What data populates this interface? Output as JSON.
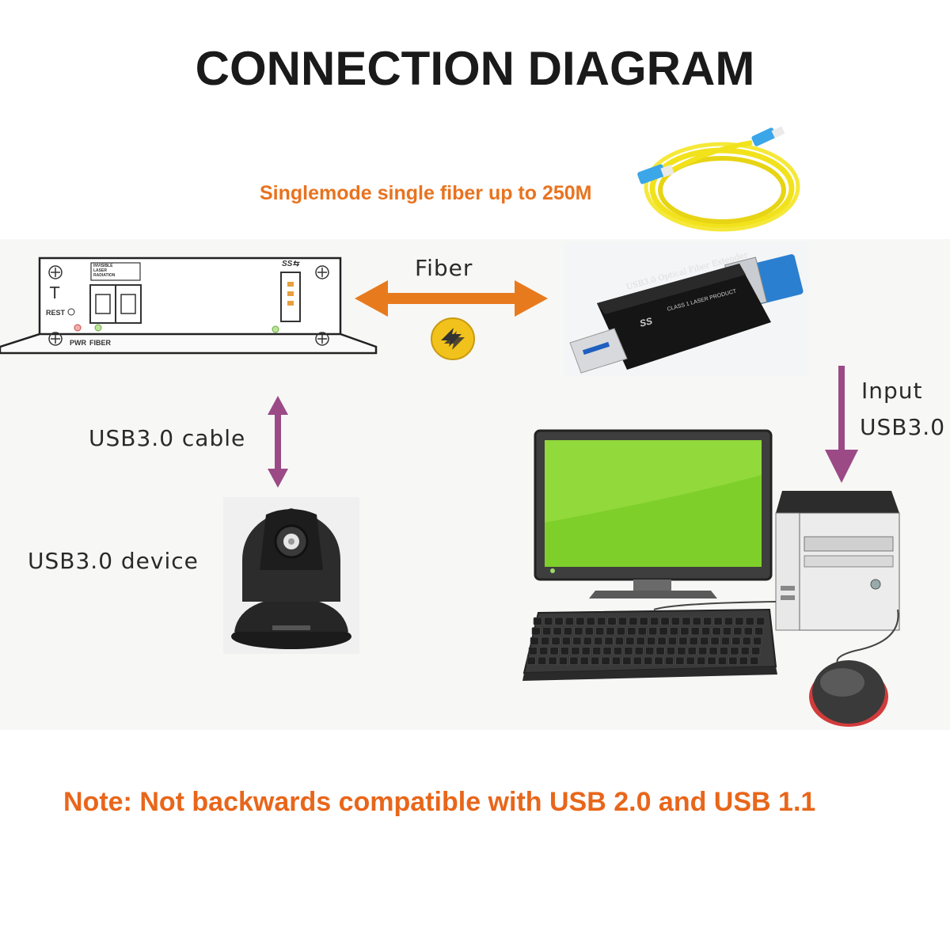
{
  "title": "CONNECTION DIAGRAM",
  "fiber_note": "Singlemode single fiber up to 250M",
  "labels": {
    "fiber": "Fiber",
    "usb_cable": "USB3.0 cable",
    "usb_device": "USB3.0  device",
    "input_line1": "Input",
    "input_line2": "USB3.0"
  },
  "receiver_panel": {
    "reset": "REST",
    "t": "T",
    "pwr": "PWR",
    "fiber": "FIBER",
    "laser_line1": "INVISIBLE",
    "laser_line2": "LASER",
    "laser_line3": "RADIATION"
  },
  "transmitter": {
    "label": "USB3.0 Optical Fiber Extender",
    "ss": "SS",
    "class": "CLASS 1 LASER PRODUCT"
  },
  "note": "Note: Not backwards compatible with USB 2.0 and USB 1.1",
  "colors": {
    "orange_arrow": "#e87a1e",
    "purple_arrow": "#9b4a86",
    "note_orange": "#e8661a",
    "fiber_yellow": "#f2e21c",
    "monitor_green": "#7fcf2a"
  }
}
